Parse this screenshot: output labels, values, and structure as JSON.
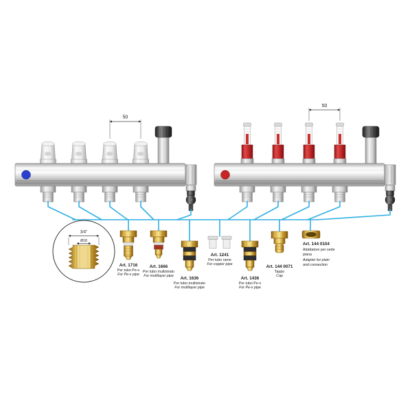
{
  "diagram": {
    "left_manifold": {
      "dimension": "50"
    },
    "right_manifold": {
      "dimension": "50"
    },
    "detail": {
      "thread_size": "3/4\"",
      "bore_diameter": "Ø18"
    },
    "fittings": [
      {
        "art": "Art. 1716",
        "desc_it": "Per tubo Pe-x",
        "desc_en": "For Pe-x pipe"
      },
      {
        "art": "Art. 1666",
        "desc_it": "Per tubo multistrato",
        "desc_en": "For multilayer pipe"
      },
      {
        "art": "Art. 1636",
        "desc_it": "Per tubo multistrato",
        "desc_en": "For multilayer pipe"
      },
      {
        "art": "Art. 1241",
        "desc_it": "Per tubo rame",
        "desc_en": "For copper pipe"
      },
      {
        "art": "Art. 1436",
        "desc_it": "Per tubo Pe-x",
        "desc_en": "For Pe-x pipe"
      },
      {
        "art": "Art. 144 0071",
        "desc_it": "Tappo",
        "desc_en": "Cap"
      },
      {
        "art": "Art. 144 0104",
        "desc_it_1": "Adattatore per sede",
        "desc_it_2": "piana",
        "desc_en_1": "Adapter for plain",
        "desc_en_2": "and connection"
      }
    ],
    "colors": {
      "pipe_line": "#2faee3",
      "supply_dot": "#c82525",
      "return_dot": "#2a3fd0",
      "brass": "#cf9b2e",
      "flowmeter_red": "#c32727"
    }
  }
}
